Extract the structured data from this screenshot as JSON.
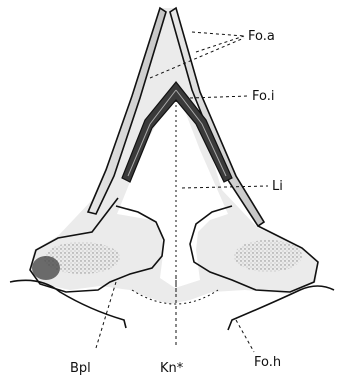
{
  "labels": {
    "fo_a": "Fo.a",
    "fo_i": "Fo.i",
    "li": "Li",
    "fo_h": "Fo.h",
    "bpl": "Bpl",
    "kn": "Kn*"
  },
  "colors": {
    "ink": "#111111",
    "shade": "#cfcfcf",
    "dark_shade": "#555555",
    "paper": "#ffffff"
  }
}
